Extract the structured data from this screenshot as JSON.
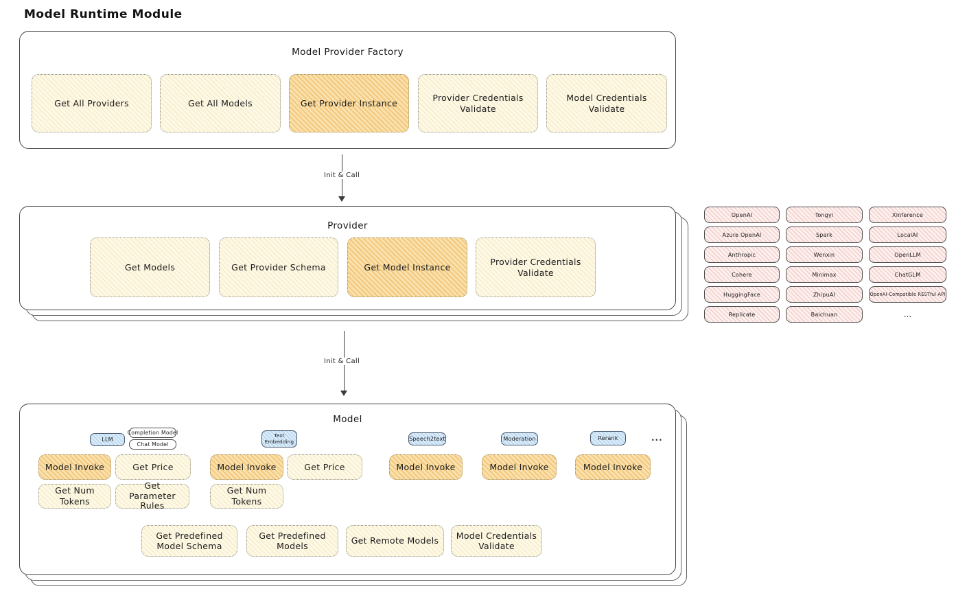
{
  "page_title": "Model Runtime Module",
  "colors": {
    "highlight_fill": "#f9e2ae",
    "cream_fill": "#fdf9e7",
    "pink_fill": "#fdf1f0",
    "blue_fill": "#dcedfa",
    "border": "#404040",
    "text": "#1b1b1b"
  },
  "arrow1": {
    "label": "Init & Call"
  },
  "arrow2": {
    "label": "Init & Call"
  },
  "factory": {
    "title": "Model Provider Factory",
    "items": [
      {
        "label": "Get All Providers"
      },
      {
        "label": "Get All Models"
      },
      {
        "label": "Get Provider Instance"
      },
      {
        "label": "Provider Credentials Validate"
      },
      {
        "label": "Model Credentials Validate"
      }
    ]
  },
  "provider": {
    "title": "Provider",
    "items": [
      {
        "label": "Get Models"
      },
      {
        "label": "Get Provider Schema"
      },
      {
        "label": "Get Model Instance"
      },
      {
        "label": "Provider Credentials Validate"
      }
    ]
  },
  "provider_list": {
    "items": [
      "OpenAI",
      "Tongyi",
      "Xinference",
      "Azure OpenAI",
      "Spark",
      "LocalAI",
      "Anthropic",
      "Wenxin",
      "OpenLLM",
      "Cohere",
      "Minimax",
      "ChatGLM",
      "HuggingFace",
      "ZhipuAI",
      "OpenAI-Compatible RESTful API",
      "Replicate",
      "Baichuan"
    ],
    "more": "..."
  },
  "model": {
    "title": "Model",
    "tabs": {
      "llm": "LLM",
      "completion": "Completion Model",
      "chat": "Chat Model",
      "text_embedding": "Text Embedding",
      "speech2text": "Speech2text",
      "moderation": "Moderation",
      "rerank": "Rerank",
      "more": "..."
    },
    "fns": {
      "model_invoke": "Model Invoke",
      "get_price": "Get Price",
      "get_num_tokens": "Get Num Tokens",
      "get_parameter_rules": "Get Parameter Rules",
      "get_predefined_model_schema": "Get Predefined Model Schema",
      "get_predefined_models": "Get Predefined Models",
      "get_remote_models": "Get Remote Models",
      "model_credentials_validate": "Model Credentials Validate"
    }
  }
}
